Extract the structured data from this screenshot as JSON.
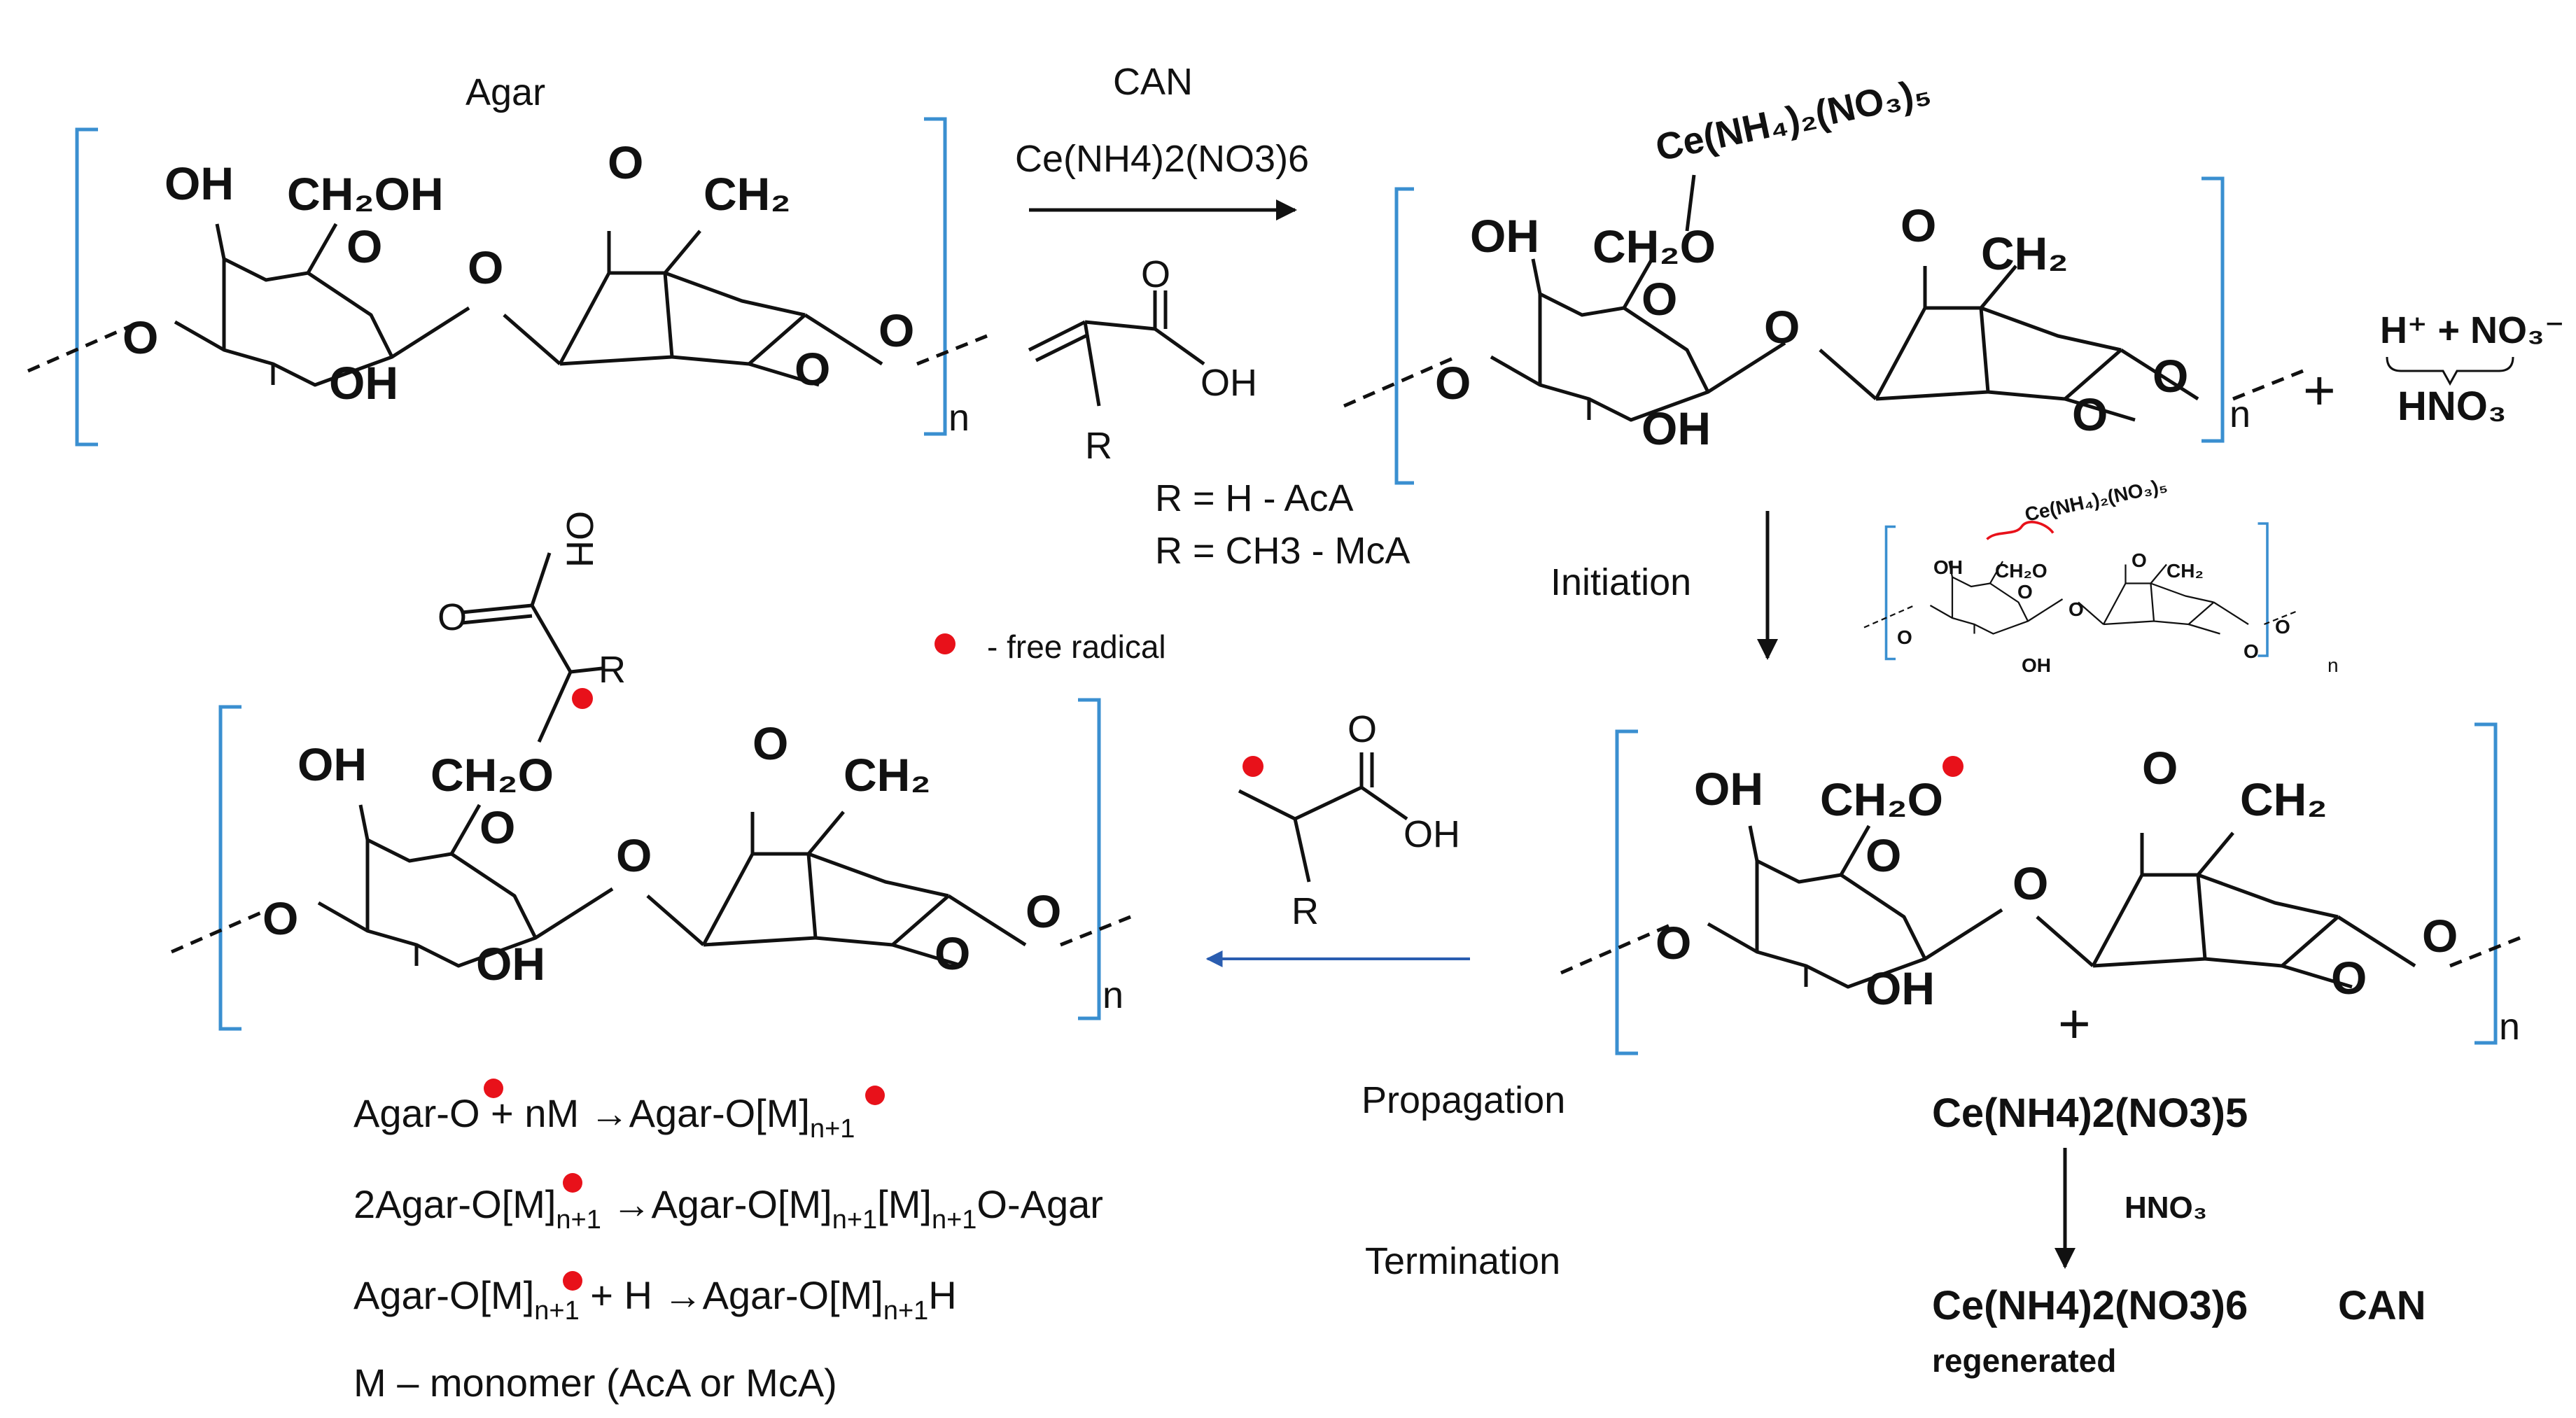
{
  "title_agar": "Agar",
  "reagent": {
    "can": "CAN",
    "formula": "Ce(NH4)2(NO3)6",
    "acid_oh": "OH",
    "acid_o": "O",
    "acid_r": "R",
    "r_h": "R =   H - AcA",
    "r_ch3": "R =   CH3 - McA"
  },
  "atoms": {
    "oh": "OH",
    "ch2oh": "CH₂OH",
    "ch2o": "CH₂O",
    "ch2": "CH₂",
    "o": "O",
    "n": "n"
  },
  "cerium_complex": "Ce(NH₄)₂(NO₃)₅",
  "byproduct": {
    "plus": "+",
    "ions": "H⁺ + NO₃⁻",
    "hno3": "HNO₃"
  },
  "steps": {
    "initiation": "Initiation",
    "propagation": "Propagation",
    "termination": "Termination"
  },
  "legend": {
    "free_radical": "- free radical"
  },
  "regeneration": {
    "plus": "+",
    "complex": "Ce(NH4)2(NO3)5",
    "hno3": "HNO₃",
    "can_formula": "Ce(NH4)2(NO3)6",
    "can": "CAN",
    "regenerated": "regenerated"
  },
  "equations": {
    "eq1_a": "Agar-O",
    "eq1_b": " + nM ",
    "eq1_arrow": "→",
    "eq1_c": "Agar-O[M]",
    "eq1_sub": "n+1",
    "eq2_a": "2Agar-O[M]",
    "eq2_sub1": "n+1",
    "eq2_arrow": " →",
    "eq2_b": "Agar-O[M]",
    "eq2_sub2": "n+1",
    "eq2_c": "[M]",
    "eq2_sub3": "n+1",
    "eq2_d": "O-Agar",
    "eq3_a": "Agar-O[M]",
    "eq3_sub1": "n+1",
    "eq3_b": " + H ",
    "eq3_arrow": "→",
    "eq3_c": "Agar-O[M]",
    "eq3_sub2": "n+1",
    "eq3_d": "H",
    "monomer": "M – monomer (AcA or McA)"
  },
  "colors": {
    "bracket": "#3a8fd0",
    "radical": "#e8111a",
    "arrow_blue": "#2a5db0",
    "ink": "#111111"
  }
}
